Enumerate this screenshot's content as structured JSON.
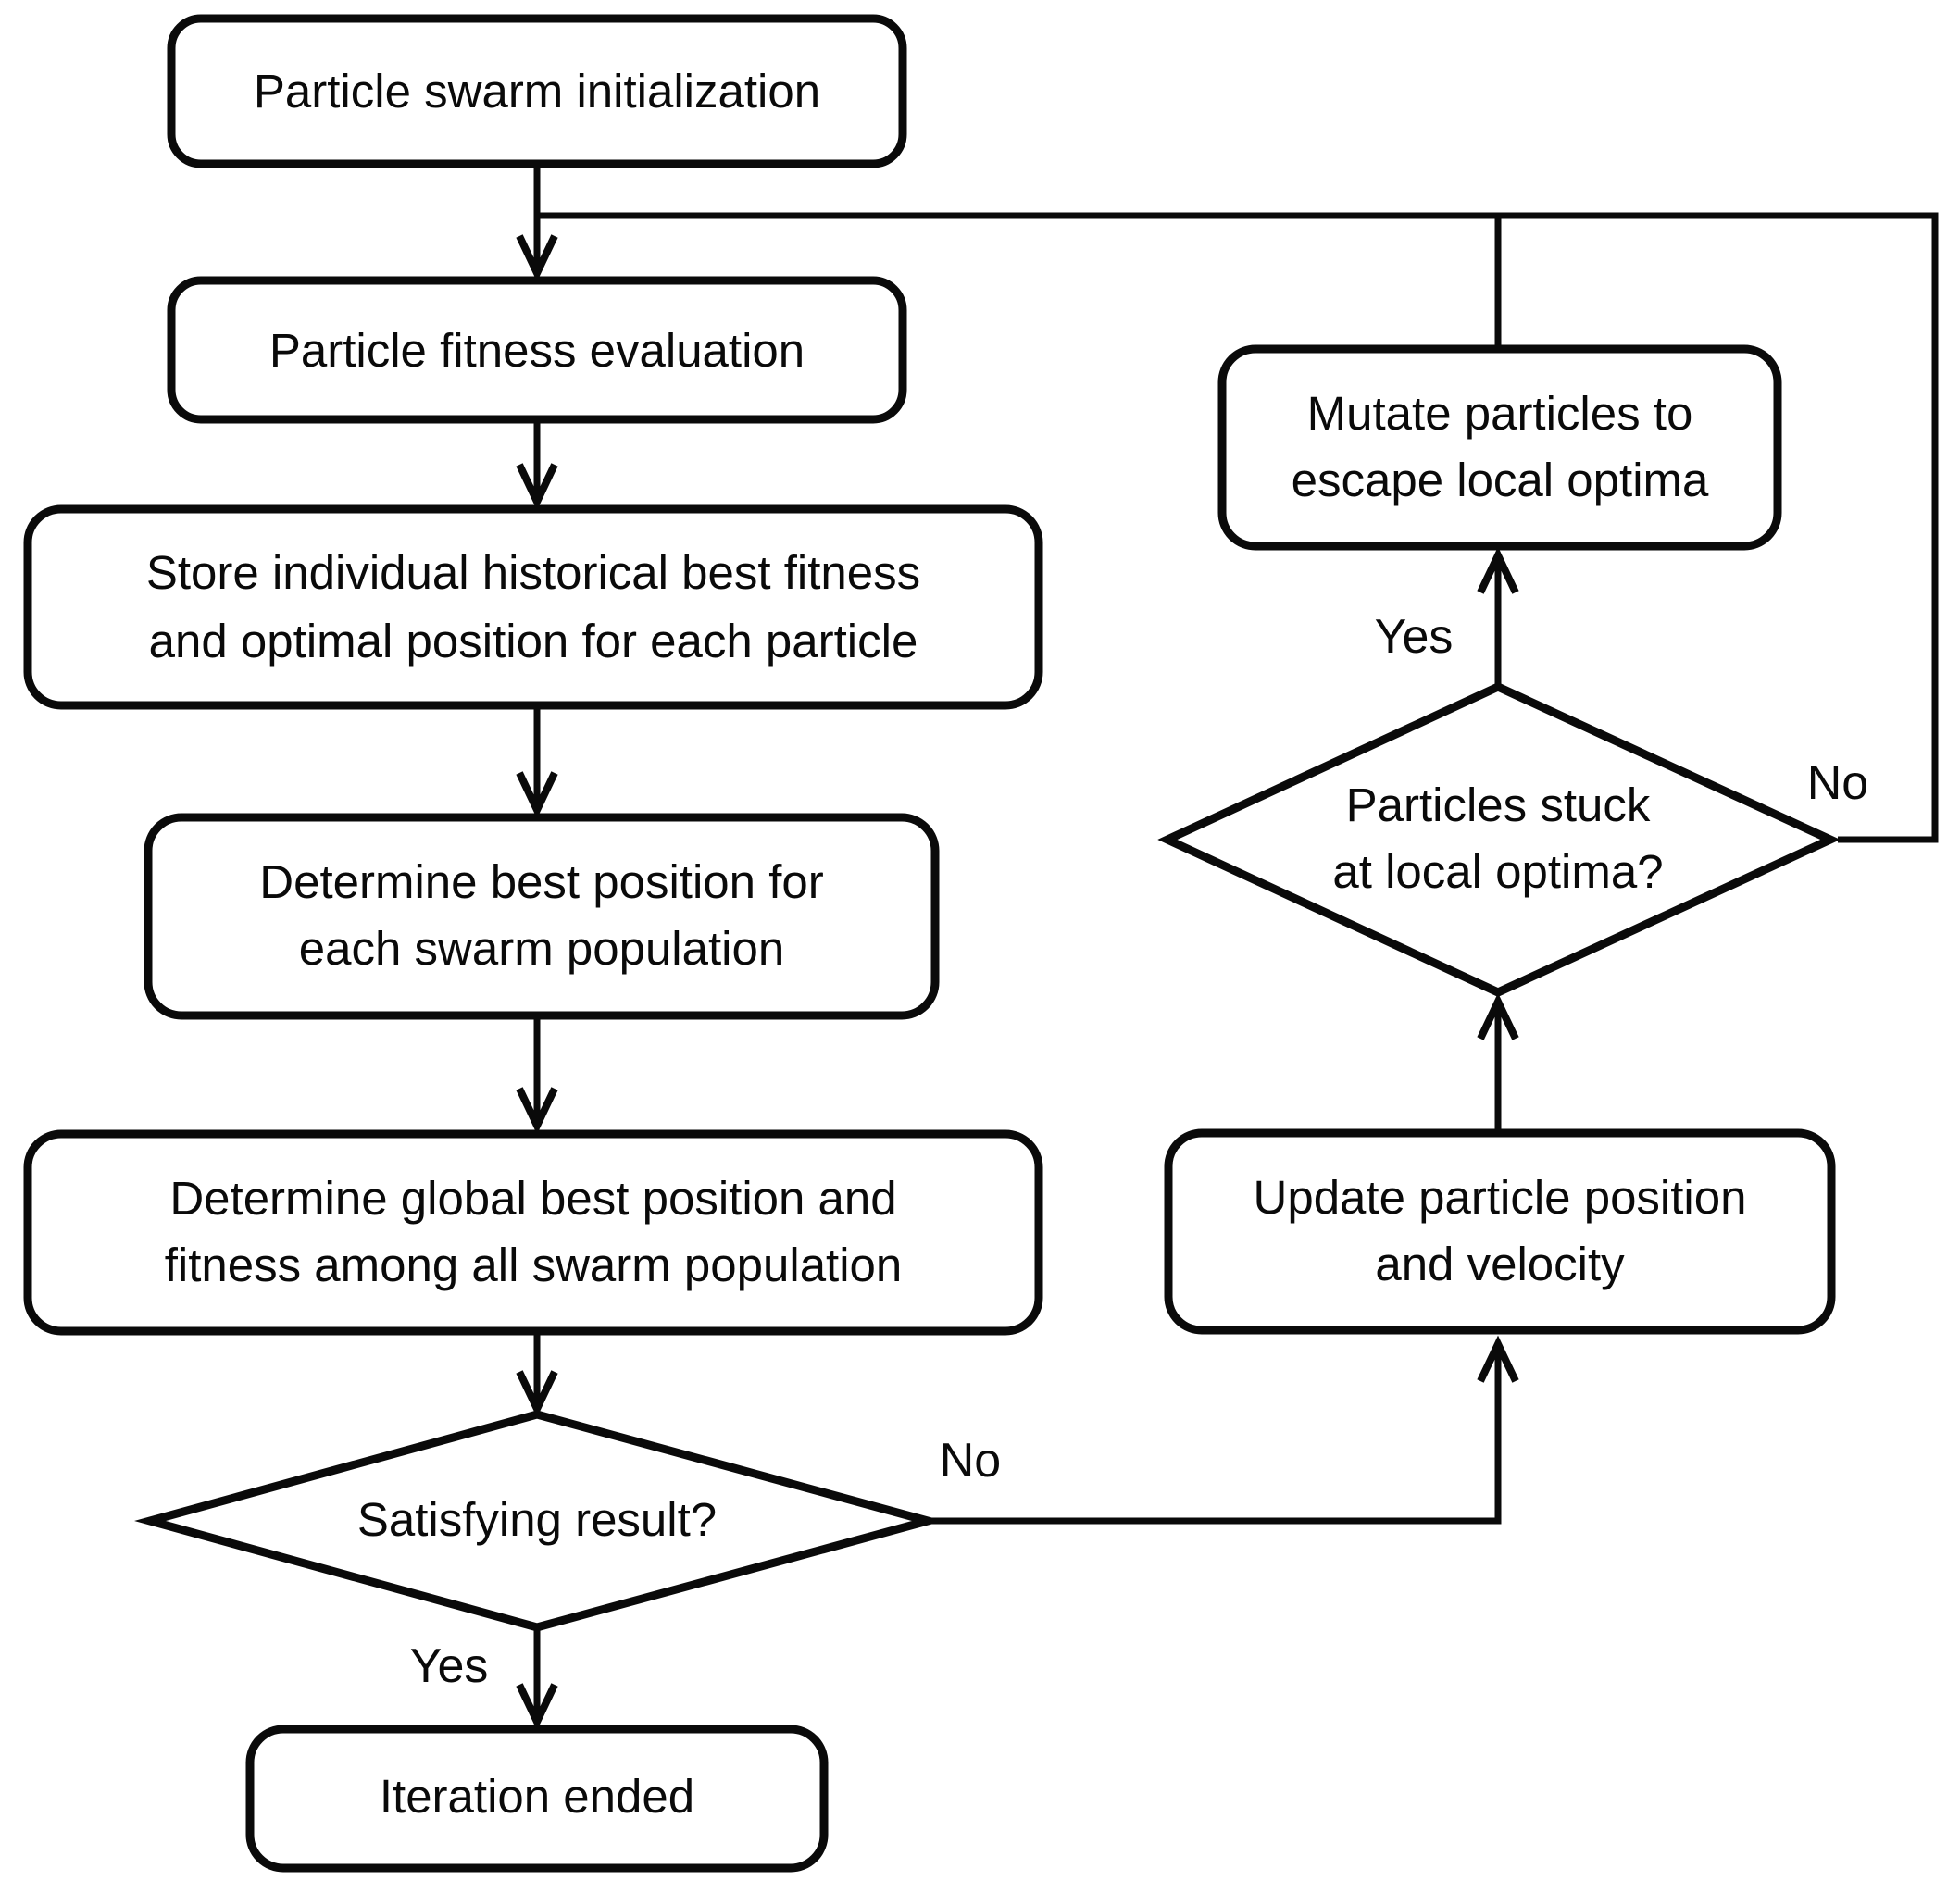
{
  "diagram": {
    "type": "flowchart",
    "colors": {
      "line": "#0a0a0a",
      "text": "#0a0a0a",
      "node_fill": "#ffffff",
      "background": "#ffffff"
    },
    "nodes": {
      "init": "Particle swarm initialization",
      "fitness": "Particle fitness evaluation",
      "store_l1": "Store individual historical best fitness",
      "store_l2": "and optimal position for each particle",
      "swarm_best_l1": "Determine best position for",
      "swarm_best_l2": "each swarm population",
      "global_best_l1": "Determine global best position and",
      "global_best_l2": "fitness among all swarm population",
      "satisfying": "Satisfying result?",
      "iteration_ended": "Iteration ended",
      "update_l1": "Update particle position",
      "update_l2": "and velocity",
      "stuck_l1": "Particles stuck",
      "stuck_l2": "at local optima?",
      "mutate_l1": "Mutate particles to",
      "mutate_l2": "escape local optima"
    },
    "edge_labels": {
      "satisfying_yes": "Yes",
      "satisfying_no": "No",
      "stuck_yes": "Yes",
      "stuck_no": "No"
    }
  }
}
